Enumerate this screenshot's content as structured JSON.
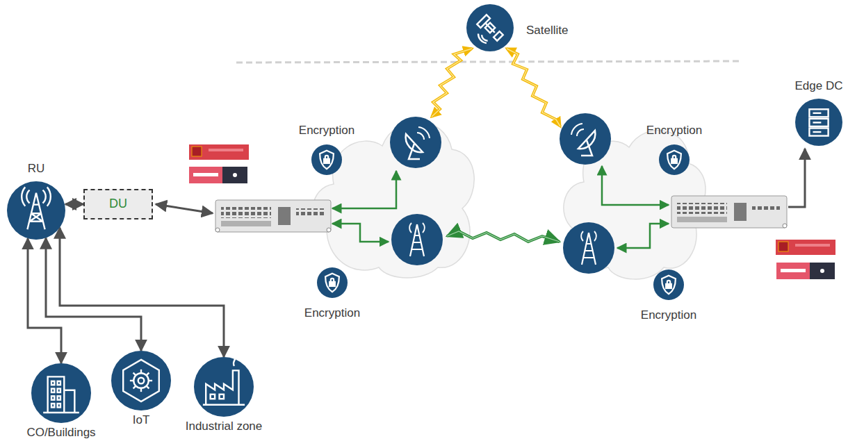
{
  "diagram": {
    "nodes": [
      {
        "text": [
          "Satellite"
        ]
      },
      {
        "text": [
          "Edge DC"
        ]
      },
      {
        "text": [
          "Encryption"
        ]
      },
      {
        "text": [
          "Encryption"
        ]
      },
      {
        "text": [
          "RU"
        ]
      },
      {
        "text": [
          "DU"
        ]
      },
      {
        "text": [
          "Encryption"
        ]
      },
      {
        "text": [
          "Encryption"
        ]
      },
      {
        "text": [
          "CO/Buildings"
        ]
      },
      {
        "text": [
          "IoT"
        ]
      },
      {
        "text": [
          "Industrial zone"
        ]
      }
    ],
    "edges": [
      {
        "from": 4,
        "to": 5,
        "arrow": "both"
      },
      {
        "from": 4,
        "to": 8,
        "arrow": "both"
      },
      {
        "from": 4,
        "to": 9,
        "arrow": "both"
      },
      {
        "from": 4,
        "to": 10,
        "arrow": "both"
      }
    ]
  }
}
